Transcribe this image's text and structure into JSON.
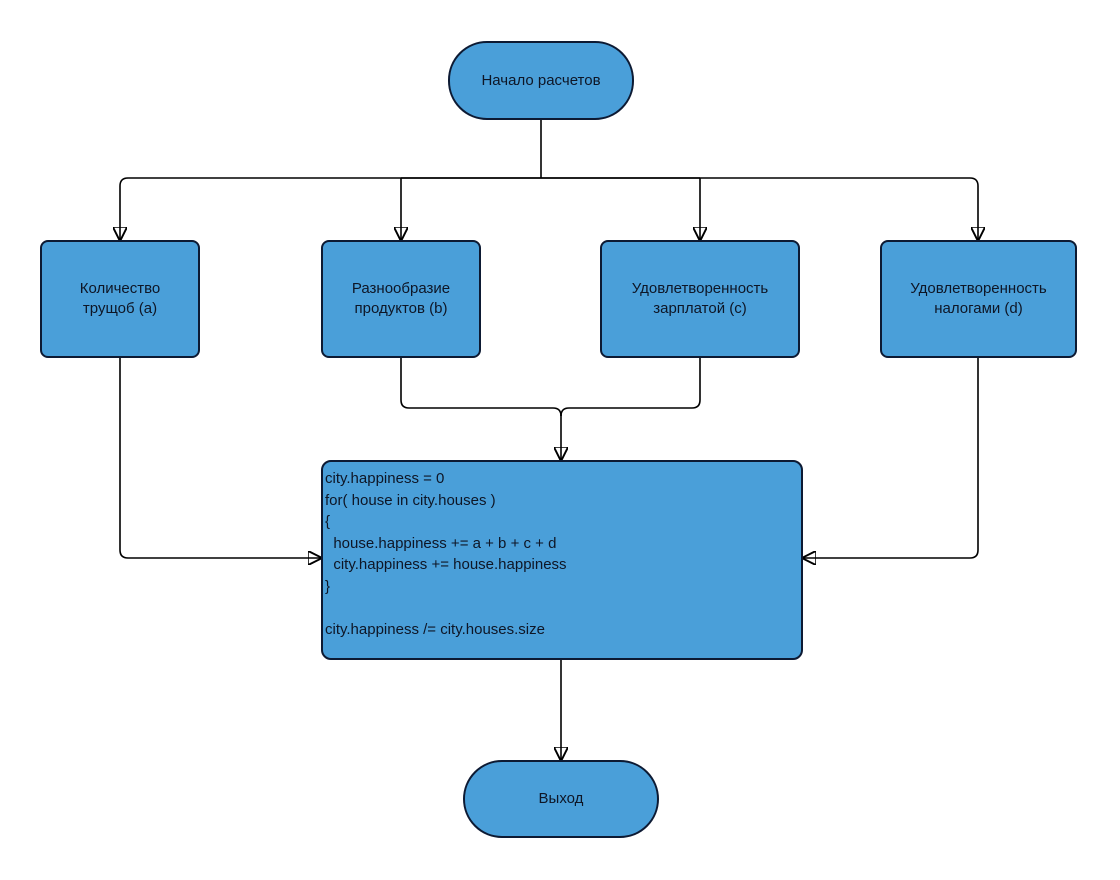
{
  "diagram": {
    "type": "flowchart",
    "language": "ru",
    "colors": {
      "node_fill": "#4a9fd9",
      "node_border": "#0d1a33",
      "edge_line": "#000000",
      "text": "#0e1626",
      "background": "#ffffff"
    },
    "nodes": {
      "start": {
        "shape": "terminator",
        "label": "Начало расчетов"
      },
      "a": {
        "shape": "rectangle",
        "label": "Количество трущоб (a)"
      },
      "b": {
        "shape": "rectangle",
        "label": "Разнообразие продуктов (b)"
      },
      "c": {
        "shape": "rectangle",
        "label": "Удовлетворенность зарплатой (c)"
      },
      "d": {
        "shape": "rectangle",
        "label": "Удовлетворенность налогами (d)"
      },
      "process": {
        "shape": "rectangle",
        "code": "city.happiness = 0\nfor( house in city.houses )\n{\n  house.happiness += a + b + c + d\n  city.happiness += house.happiness\n}\n\ncity.happiness /= city.houses.size"
      },
      "end": {
        "shape": "terminator",
        "label": "Выход"
      }
    },
    "edges": [
      {
        "from": "start",
        "to": "a"
      },
      {
        "from": "start",
        "to": "b"
      },
      {
        "from": "start",
        "to": "c"
      },
      {
        "from": "start",
        "to": "d"
      },
      {
        "from": "a",
        "to": "process"
      },
      {
        "from": "b",
        "to": "process"
      },
      {
        "from": "c",
        "to": "process"
      },
      {
        "from": "d",
        "to": "process"
      },
      {
        "from": "process",
        "to": "end"
      }
    ]
  }
}
